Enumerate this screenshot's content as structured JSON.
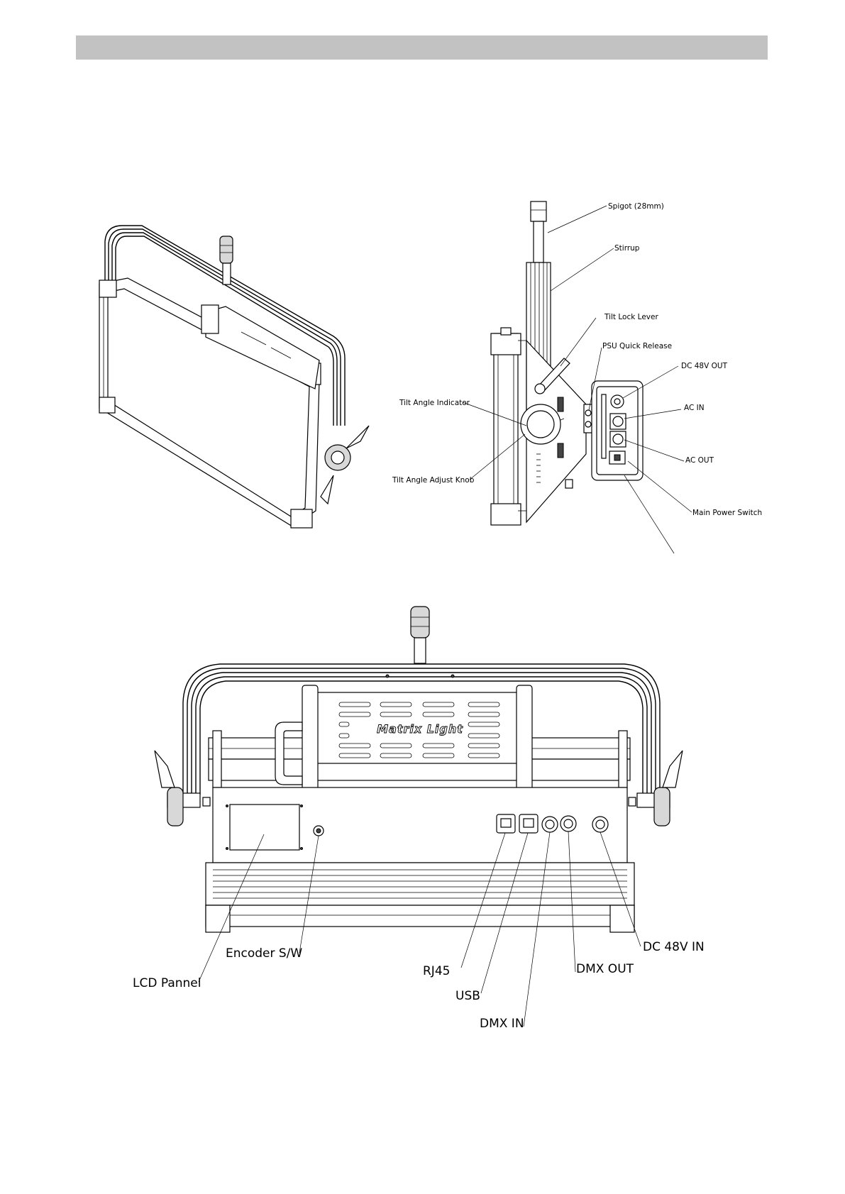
{
  "side_labels": {
    "spigot": "Spigot (28mm)",
    "stirrup": "Stirrup",
    "tilt_lock_lever": "Tilt Lock Lever",
    "psu_quick_release": "PSU Quick Release",
    "dc_48v_out": "DC 48V OUT",
    "ac_in": "AC IN",
    "ac_out": "AC OUT",
    "main_power_switch": "Main Power Switch",
    "tilt_angle_indicator": "Tilt Angle Indicator",
    "tilt_angle_adjust_knob": "Tilt Angle Adjust Knob"
  },
  "rear_labels": {
    "brand": "Matrix Light",
    "lcd_pannel": "LCD Pannel",
    "encoder_sw": "Encoder S/W",
    "rj45": "RJ45",
    "usb": "USB",
    "dmx_in": "DMX IN",
    "dmx_out": "DMX OUT",
    "dc_48v_in": "DC 48V IN"
  }
}
